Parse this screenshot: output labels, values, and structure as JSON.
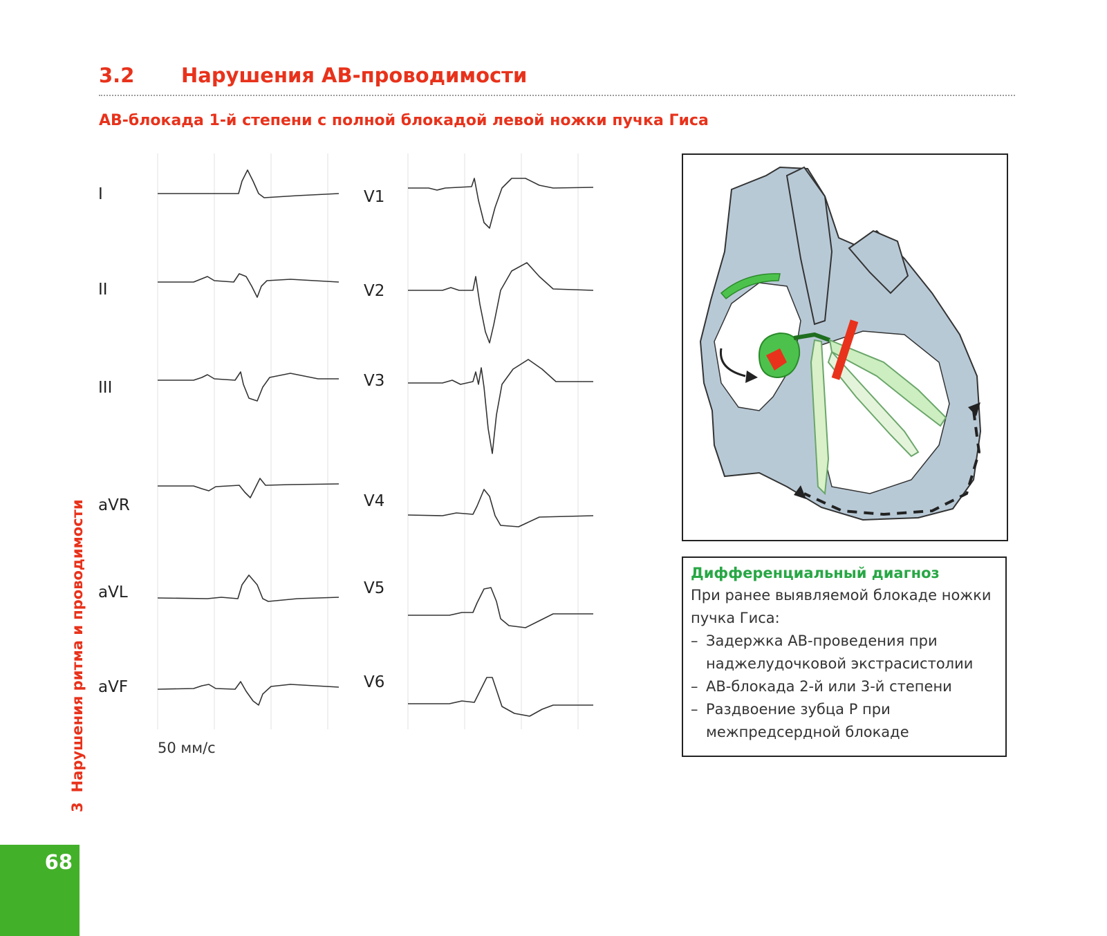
{
  "header": {
    "section_number": "3.2",
    "section_title": "Нарушения АВ-проводимости",
    "subtitle": "АВ-блокада 1-й степени с полной блокадой левой ножки пучка Гиса"
  },
  "ecg": {
    "limb_leads": [
      "I",
      "II",
      "III",
      "aVR",
      "aVL",
      "aVF"
    ],
    "chest_leads": [
      "V1",
      "V2",
      "V3",
      "V4",
      "V5",
      "V6"
    ],
    "speed": "50 мм/с"
  },
  "differential": {
    "title": "Дифференциальный диагноз",
    "intro": "При ранее выявляемой блокаде ножки пучка Гиса:",
    "items": [
      "Задержка АВ-проведения при наджелудочковой экстрасистолии",
      "АВ-блокада 2-й или 3-й степени",
      "Раздвоение зубца Р при межпредсердной блокаде"
    ]
  },
  "sidebar": {
    "chapter_number": "3",
    "chapter_title": "Нарушения ритма и проводимости",
    "page_number": "68"
  },
  "colors": {
    "accent_red": "#e8321b",
    "accent_green": "#28a745",
    "tab_green": "#43b02a",
    "heart_blue": "#b8c9d6"
  }
}
